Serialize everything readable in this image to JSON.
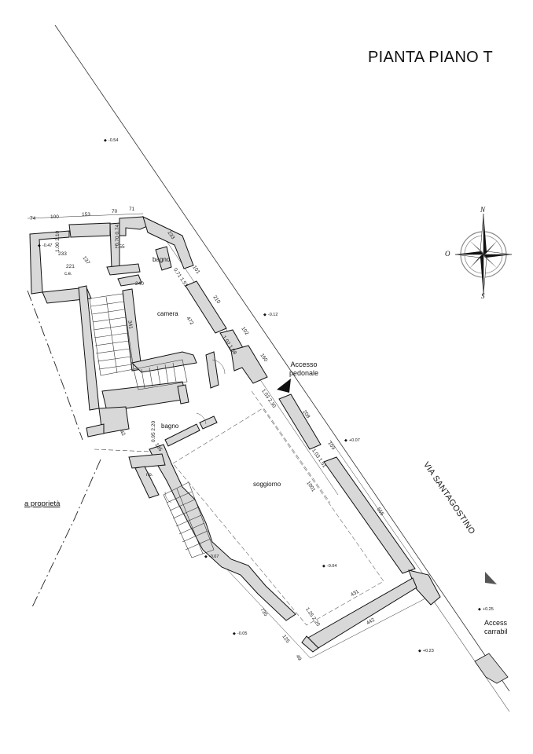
{
  "title": "PIANTA PIANO T",
  "street_label": "VIA SANTAGOSTINO",
  "property_label": "a proprietà",
  "rooms": {
    "bagno_top": "bagno",
    "camera": "camera",
    "bagno_mid": "bagno",
    "soggiorno": "soggiorno",
    "ce": "c.e.",
    "rip": "rip."
  },
  "access": {
    "pedestrian_line1": "Accesso",
    "pedestrian_line2": "pedonale",
    "vehicle_line1": "Access",
    "vehicle_line2": "carrabil"
  },
  "compass": {
    "n": "N",
    "s": "S",
    "o": "O"
  },
  "levels": [
    "-0.54",
    "-0.47",
    "-0.12",
    "+0.07",
    "-0.07",
    "-0.04",
    "-0.05",
    "+0.25",
    "+0.23"
  ],
  "dimensions": [
    "74",
    "100",
    "153",
    "70",
    "71",
    "233",
    "221",
    "1.00 2.10",
    "0.70 0.74",
    "1.55",
    "137",
    "233",
    "240",
    "101",
    "472",
    "210",
    "341",
    "102",
    "1.02 1.68",
    "160",
    "1.03 2.30",
    "208",
    "0.95 2.20",
    "42",
    "103",
    "1.03 1.51",
    "1001",
    "556",
    "431",
    "735",
    "1.25 2.20",
    "442",
    "125",
    "49",
    "0.71 1.51",
    "135"
  ]
}
